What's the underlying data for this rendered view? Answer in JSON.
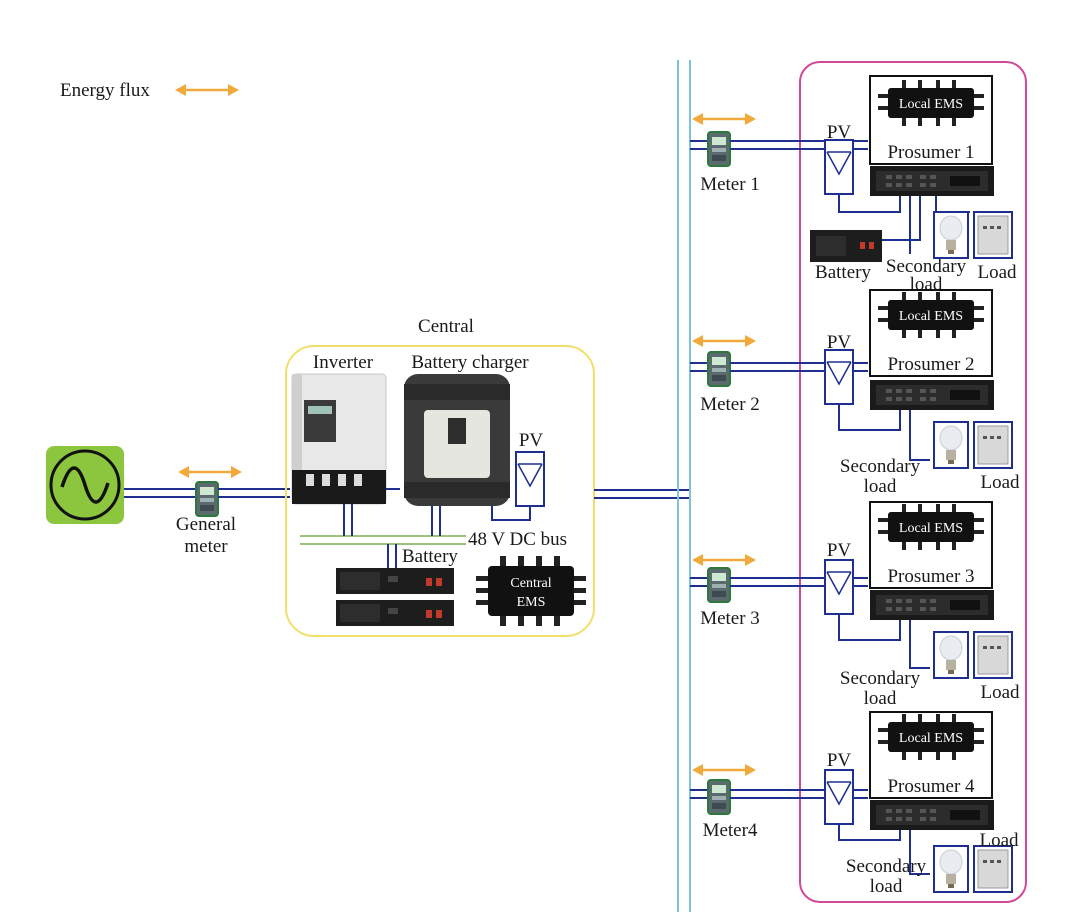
{
  "legend": {
    "label": "Energy flux"
  },
  "grid": {
    "label_line1": "General",
    "label_line2": "meter"
  },
  "central": {
    "title": "Central",
    "inverter": "Inverter",
    "charger": "Battery charger",
    "pv": "PV",
    "dc_bus": "48 V DC bus",
    "battery": "Battery",
    "ems_line1": "Central",
    "ems_line2": "EMS"
  },
  "prosumers": [
    {
      "meter": "Meter 1",
      "name": "Prosumer 1",
      "ems": "Local EMS",
      "pv": "PV",
      "battery": "Battery",
      "secondary_line1": "Secondary",
      "secondary_line2": "load",
      "load": "Load"
    },
    {
      "meter": "Meter 2",
      "name": "Prosumer 2",
      "ems": "Local EMS",
      "pv": "PV",
      "secondary_line1": "Secondary",
      "secondary_line2": "load",
      "load": "Load"
    },
    {
      "meter": "Meter 3",
      "name": "Prosumer 3",
      "ems": "Local EMS",
      "pv": "PV",
      "secondary_line1": "Secondary",
      "secondary_line2": "load",
      "load": "Load"
    },
    {
      "meter": "Meter4",
      "name": "Prosumer 4",
      "ems": "Local EMS",
      "pv": "PV",
      "secondary_line1": "Secondary",
      "secondary_line2": "load",
      "load": "Load"
    }
  ],
  "colors": {
    "arrow": "#f2a93b",
    "wire": "#1f2f8f",
    "main_bus": "#7fc3d9",
    "dc_bus": "#9bc27a",
    "central_border": "#f0e06a",
    "prosumer_border": "#d04a98",
    "grid_bg": "#8cc63f"
  }
}
